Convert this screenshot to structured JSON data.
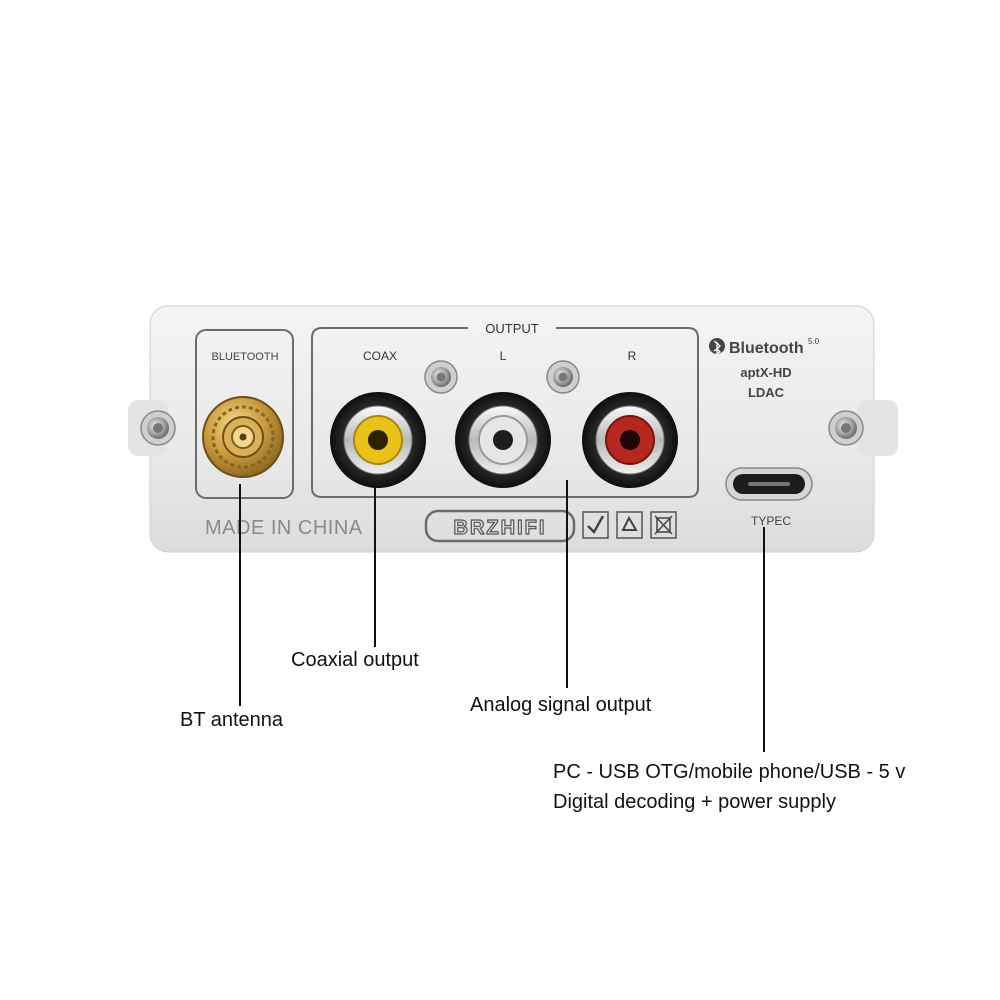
{
  "panel": {
    "bluetooth_label": "BLUETOOTH",
    "output_label": "OUTPUT",
    "coax_label": "COAX",
    "left_label": "L",
    "right_label": "R",
    "bt_logo_text": "Bluetooth",
    "bt_version": "5.0",
    "codec_1": "aptX-HD",
    "codec_2": "LDAC",
    "made_in": "MADE IN CHINA",
    "brand": "BRZHIFI",
    "typec_label": "TYPEC"
  },
  "callouts": {
    "coaxial": "Coaxial output",
    "bt_antenna": "BT antenna",
    "analog": "Analog signal output",
    "usb_line1": "PC - USB OTG/mobile phone/USB - 5 v",
    "usb_line2": "Digital decoding + power supply"
  },
  "colors": {
    "panel_fill": "#ececec",
    "coax_insert": "#e8c21a",
    "left_insert": "#e6e6e6",
    "right_insert": "#b8271f",
    "antenna_gold": "#c99a3c"
  }
}
